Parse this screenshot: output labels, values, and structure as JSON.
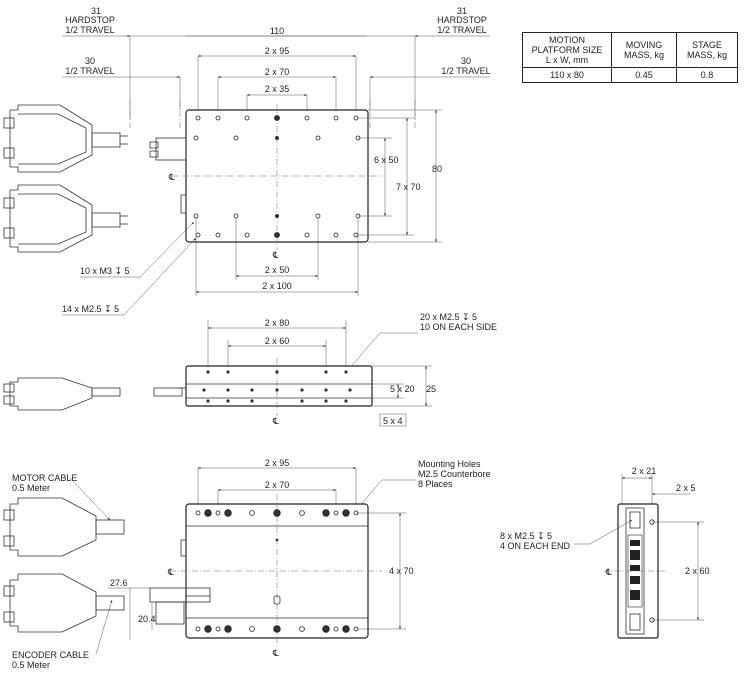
{
  "table": {
    "headers": [
      "MOTION PLATFORM SIZE L x W, mm",
      "MOVING MASS, kg",
      "STAGE MASS, kg"
    ],
    "row": [
      "110 x 80",
      "0.45",
      "0.8"
    ]
  },
  "top_view": {
    "hardstop_value_left": "31",
    "hardstop_text": "HARDSTOP",
    "half_travel_text": "1/2 TRAVEL",
    "hardstop_value_right": "31",
    "travel_value_left": "30",
    "travel_value_right": "30",
    "dim_110": "110",
    "dim_2x95": "2 x 95",
    "dim_2x70": "2 x 70",
    "dim_2x35": "2 x 35",
    "dim_6x50": "6 x 50",
    "dim_7x70": "7 x 70",
    "dim_80": "80",
    "dim_2x50": "2 x 50",
    "dim_2x100": "2 x 100",
    "callout_m3": "10 x M3 ↧ 5",
    "callout_m25": "14 x M2.5 ↧ 5",
    "cl": "℄"
  },
  "side_view": {
    "dim_2x80": "2 x 80",
    "dim_2x60": "2 x 60",
    "callout_line1": "20 x M2.5 ↧ 5",
    "callout_line2": "10 ON EACH SIDE",
    "dim_5x20": "5 x 20",
    "dim_25": "25",
    "dim_5x4": "5 x 4",
    "cl": "℄"
  },
  "bottom_view": {
    "motor_cable_line1": "MOTOR CABLE",
    "motor_cable_line2": "0.5 Meter",
    "encoder_cable_line1": "ENCODER CABLE",
    "encoder_cable_line2": "0.5 Meter",
    "dim_2x95": "2 x 95",
    "dim_2x70": "2 x 70",
    "mounting_line1": "Mounting Holes",
    "mounting_line2": "M2.5 Counterbore",
    "mounting_line3": "8 Places",
    "dim_4x70": "4 x 70",
    "dim_27_6": "27.6",
    "dim_20_4": "20.4",
    "cl": "℄"
  },
  "end_view": {
    "dim_2x21": "2 x 21",
    "dim_2x5": "2 x 5",
    "dim_2x60": "2 x 60",
    "callout_line1": "8 x M2.5 ↧ 5",
    "callout_line2": "4 ON EACH END",
    "cl": "℄"
  }
}
